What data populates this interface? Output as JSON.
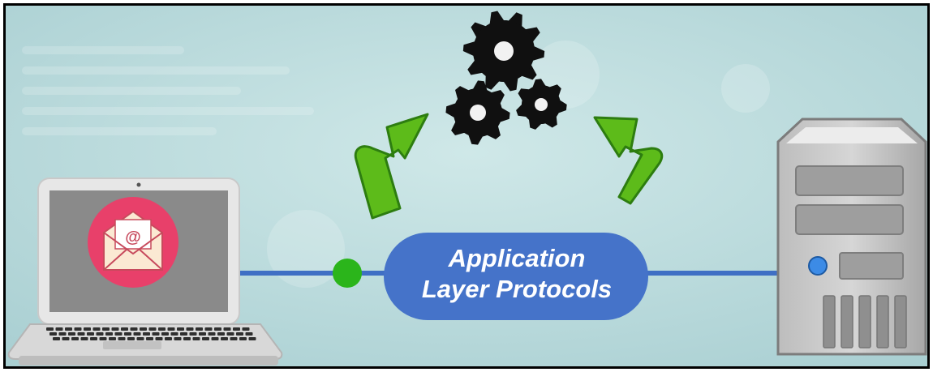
{
  "protocol_label": {
    "line1": "Application",
    "line2": "Layer Protocols"
  },
  "laptop": {
    "screen_icon": "email-envelope-at-icon"
  },
  "server": {
    "icon": "server-tower-icon"
  },
  "gears": {
    "icon": "gears-icon",
    "count": 3
  },
  "arrows": {
    "icon": "green-curved-arrow-icon",
    "count": 2
  },
  "colors": {
    "background": "#c2dfe0",
    "link_line": "#3f6fc4",
    "pill_fill": "#4573c9",
    "node_dot": "#2bb51b",
    "arrow_green": "#5dbb1a",
    "email_circle": "#e8406a",
    "gear": "#101010"
  }
}
